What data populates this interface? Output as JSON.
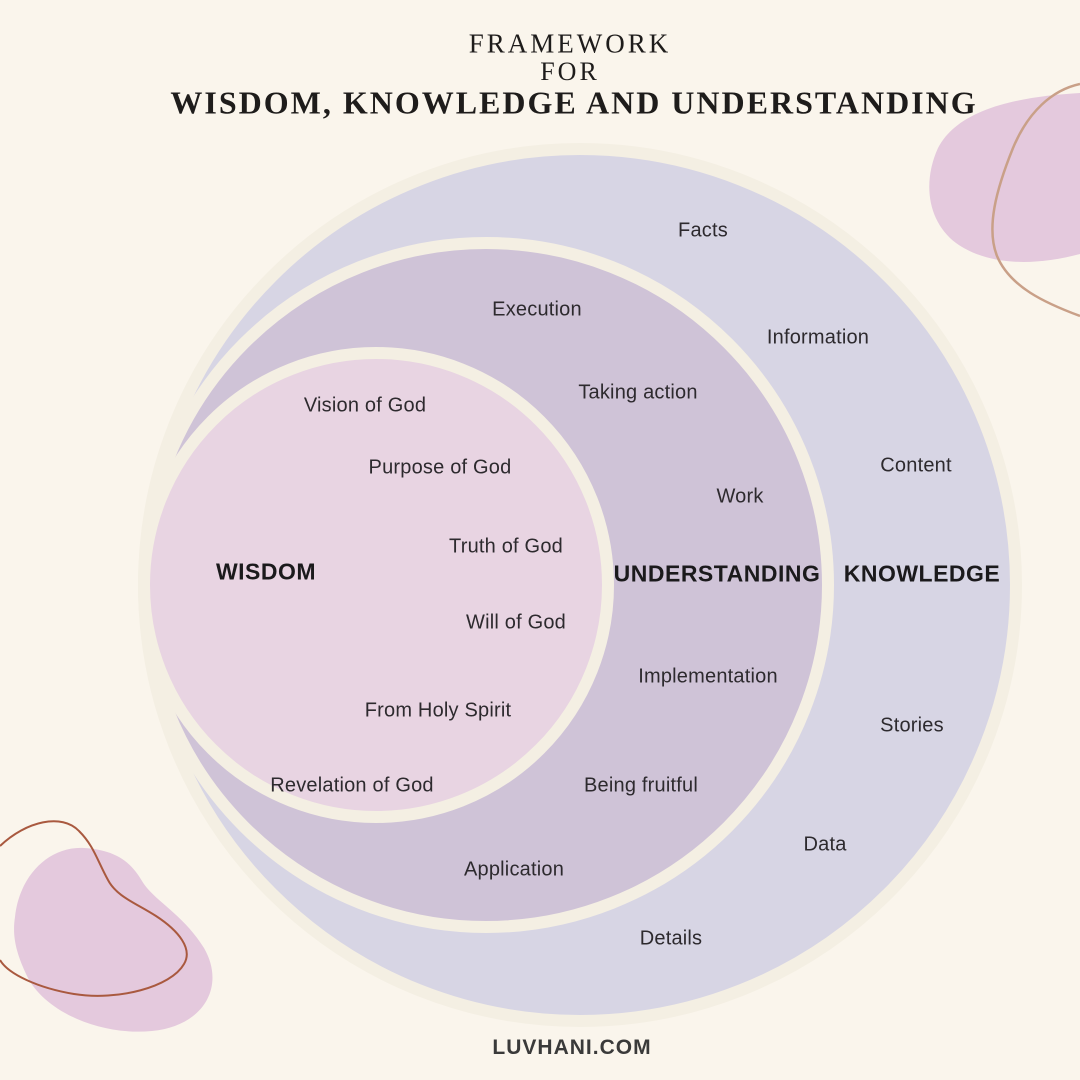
{
  "page": {
    "title_line1": "FRAMEWORK",
    "title_line2": "FOR",
    "title_line3": "WISDOM, KNOWLEDGE AND UNDERSTANDING",
    "footer": "LUVHANI.COM"
  },
  "colors": {
    "background": "#faf5ec",
    "ring_gap": "#f4efe3",
    "knowledge_fill": "#d7d5e4",
    "understanding_fill": "#cfc3d7",
    "wisdom_fill": "#e8d4e2",
    "blob_pink": "#e4c9dd",
    "line_tan": "#c9a088",
    "line_rust": "#a9593f",
    "text_dark": "#2d2a2e"
  },
  "diagram": {
    "circles": [
      {
        "id": "knowledge",
        "label": "KNOWLEDGE",
        "items": [
          "Facts",
          "Information",
          "Content",
          "Stories",
          "Data",
          "Details"
        ]
      },
      {
        "id": "understanding",
        "label": "UNDERSTANDING",
        "items": [
          "Execution",
          "Taking action",
          "Work",
          "Implementation",
          "Being fruitful",
          "Application"
        ]
      },
      {
        "id": "wisdom",
        "label": "WISDOM",
        "items": [
          "Vision of God",
          "Purpose of God",
          "Truth of God",
          "Will of God",
          "From Holy Spirit",
          "Revelation of God"
        ]
      }
    ]
  }
}
